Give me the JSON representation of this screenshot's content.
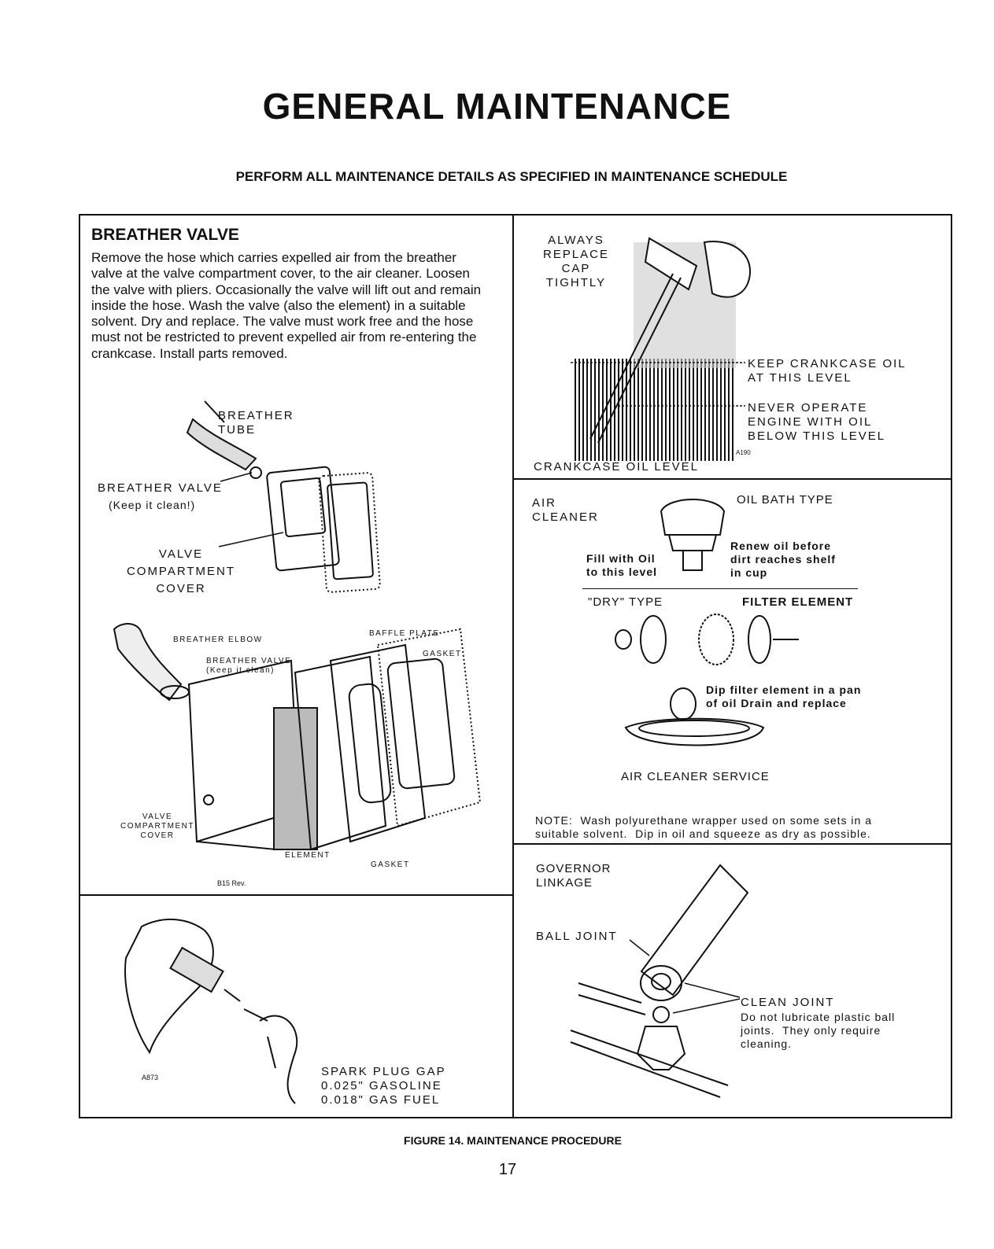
{
  "page": {
    "title": "GENERAL MAINTENANCE",
    "subtitle": "PERFORM ALL MAINTENANCE DETAILS AS SPECIFIED IN MAINTENANCE SCHEDULE",
    "figure_caption": "FIGURE 14. MAINTENANCE PROCEDURE",
    "page_number": "17"
  },
  "breather": {
    "heading": "BREATHER VALVE",
    "body": "Remove the hose which carries expelled air from the breather valve at the valve compartment cover, to the air cleaner. Loosen the valve with pliers. Occasionally the valve will lift out and remain inside the hose. Wash the valve (also the element) in a suitable solvent. Dry and replace. The valve must work free and the hose must not be restricted to prevent expelled air from re-entering the crankcase. Install parts removed.",
    "fig1": {
      "breather_tube": "BREATHER\nTUBE",
      "breather_valve": "BREATHER VALVE",
      "keep_clean": "(Keep it clean!)",
      "valve_cover": "VALVE\nCOMPARTMENT\nCOVER"
    },
    "fig2": {
      "breather_elbow": "BREATHER ELBOW",
      "breather_valve": "BREATHER VALVE\n(Keep it clean)",
      "baffle_plate": "BAFFLE PLATE",
      "gasket_top": "GASKET",
      "valve_cover": "VALVE\nCOMPARTMENT\nCOVER",
      "element": "ELEMENT",
      "gasket_bottom": "GASKET",
      "code": "B15 Rev."
    }
  },
  "oil": {
    "always_replace": "ALWAYS\nREPLACE\nCAP\nTIGHTLY",
    "keep_level": "KEEP CRANKCASE OIL\nAT THIS LEVEL",
    "never_operate": "NEVER OPERATE\nENGINE WITH OIL\nBELOW THIS LEVEL",
    "crankcase_label": "CRANKCASE OIL LEVEL",
    "code": "A190"
  },
  "air_cleaner": {
    "label": "AIR\nCLEANER",
    "oil_bath": "OIL BATH TYPE",
    "renew_oil": "Renew oil before\ndirt reaches shelf\nin cup",
    "fill_oil": "Fill with Oil\nto this level",
    "dry_type": "\"DRY\" TYPE",
    "filter_element": "FILTER ELEMENT",
    "dip_filter": "Dip filter element in a pan\nof oil Drain and replace",
    "service": "AIR CLEANER SERVICE",
    "note": "NOTE:  Wash polyurethane wrapper used on some sets in a\nsuitable solvent.  Dip in oil and squeeze as dry as possible."
  },
  "governor": {
    "label": "GOVERNOR\nLINKAGE",
    "ball_joint": "BALL JOINT",
    "clean_joint": "CLEAN JOINT",
    "clean_note": "Do not lubricate plastic ball\njoints.  They only require\ncleaning."
  },
  "spark_plug": {
    "gap": "SPARK PLUG GAP\n0.025\" GASOLINE\n0.018\" GAS FUEL",
    "code": "A873"
  }
}
